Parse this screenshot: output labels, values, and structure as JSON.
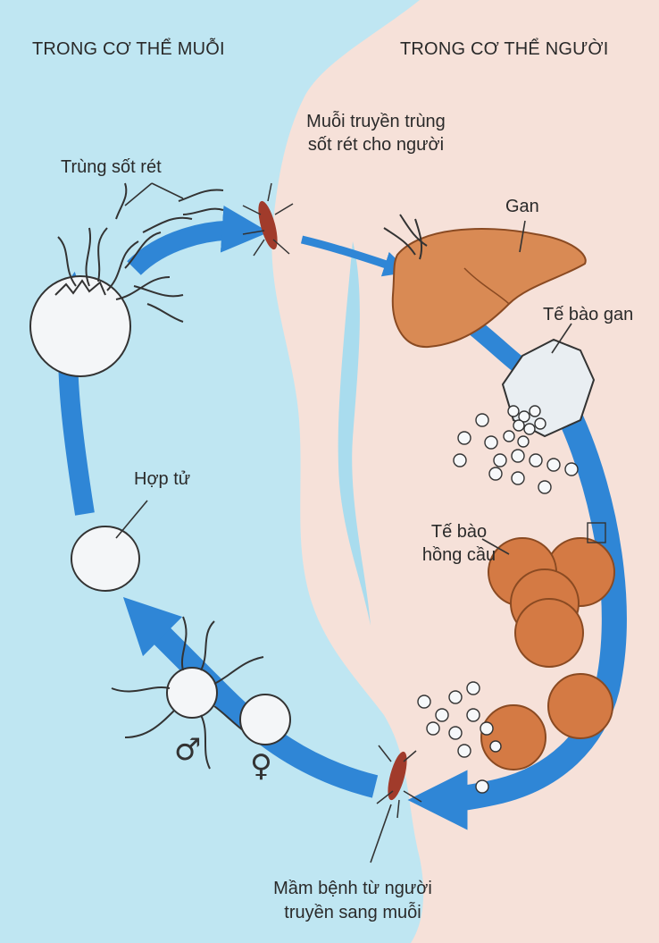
{
  "regions": {
    "mosquito": "TRONG CƠ THỂ MUỖI",
    "human": "TRONG CƠ THỂ NGƯỜI"
  },
  "labels": {
    "transmit_to_human_line1": "Muỗi truyền trùng",
    "transmit_to_human_line2": "sốt rét cho người",
    "parasite": "Trùng sốt rét",
    "liver": "Gan",
    "liver_cell": "Tế bào gan",
    "zygote": "Hợp tử",
    "red_cell_line1": "Tế bào",
    "red_cell_line2": "hồng cầu",
    "transmit_to_mosquito_line1": "Mầm bệnh từ người",
    "transmit_to_mosquito_line2": "truyền sang muỗi"
  },
  "symbols": {
    "male": "♂",
    "female": "♀"
  },
  "colors": {
    "mosquito_body": "#bfe6f2",
    "human_body": "#f6e1d9",
    "arrow": "#2f86d6",
    "liver": "#d98a54",
    "red_cell": "#d47a44"
  }
}
